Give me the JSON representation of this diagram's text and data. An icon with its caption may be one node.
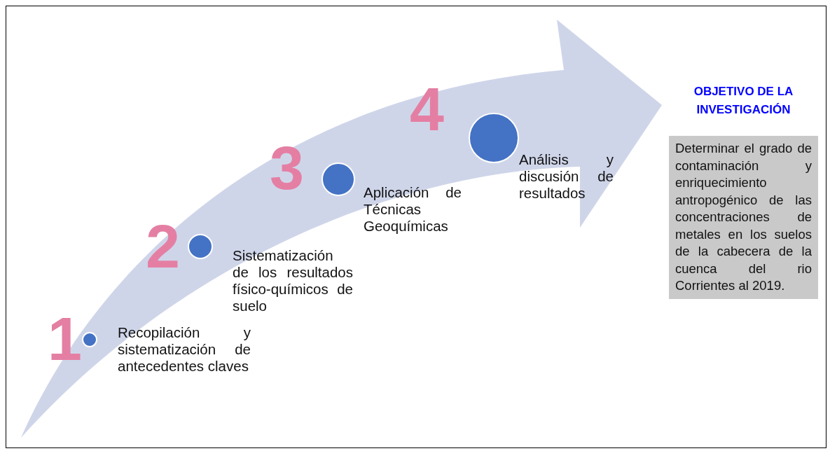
{
  "diagram": {
    "nodes": [
      {
        "text": [],
        "shape": "circle",
        "beside": [
          "1",
          "Recopilación y sistematización de antecedentes claves"
        ]
      },
      {
        "text": [],
        "shape": "circle",
        "beside": [
          "2",
          "Sistematización de los resultados físico-químicos de suelo"
        ]
      },
      {
        "text": [],
        "shape": "circle",
        "beside": [
          "3",
          "Aplicación de Técnicas Geoquímicas"
        ]
      },
      {
        "text": [],
        "shape": "circle",
        "beside": [
          "4",
          "Análisis y discusión de resultados"
        ]
      },
      {
        "text": [
          "OBJETIVO DE LA INVESTIGACIÓN",
          "Determinar el grado de contaminación y enriquecimiento antropogénico de las concentraciones de metales en los suelos de la cabecera de la cuenca del rio Corrientes al 2019."
        ]
      }
    ]
  }
}
